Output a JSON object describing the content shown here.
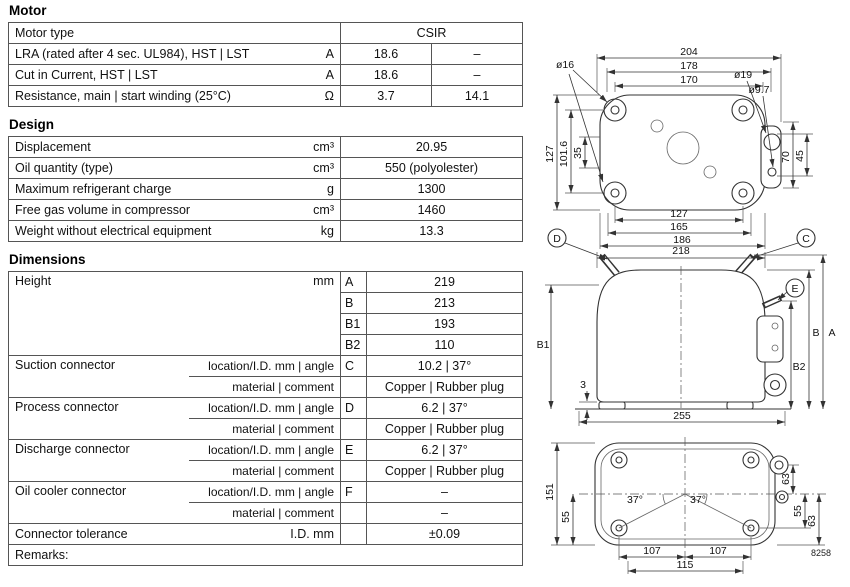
{
  "motor": {
    "title": "Motor",
    "type_row": {
      "label": "Motor type",
      "value": "CSIR"
    },
    "rows": [
      {
        "label": "LRA (rated after 4 sec. UL984), HST | LST",
        "unit": "A",
        "v1": "18.6",
        "v2": "–"
      },
      {
        "label": "Cut in Current, HST | LST",
        "unit": "A",
        "v1": "18.6",
        "v2": "–"
      },
      {
        "label": "Resistance, main | start winding (25°C)",
        "unit": "Ω",
        "v1": "3.7",
        "v2": "14.1"
      }
    ]
  },
  "design": {
    "title": "Design",
    "rows": [
      {
        "label": "Displacement",
        "unit": "cm³",
        "value": "20.95"
      },
      {
        "label": "Oil quantity (type)",
        "unit": "cm³",
        "value": "550 (polyolester)"
      },
      {
        "label": "Maximum refrigerant charge",
        "unit": "g",
        "value": "1300"
      },
      {
        "label": "Free gas volume in compressor",
        "unit": "cm³",
        "value": "1460"
      },
      {
        "label": "Weight without electrical equipment",
        "unit": "kg",
        "value": "13.3"
      }
    ]
  },
  "dimensions": {
    "title": "Dimensions",
    "height_block": {
      "label": "Height",
      "unit": "mm",
      "items": [
        {
          "letter": "A",
          "value": "219"
        },
        {
          "letter": "B",
          "value": "213"
        },
        {
          "letter": "B1",
          "value": "193"
        },
        {
          "letter": "B2",
          "value": "110"
        }
      ]
    },
    "connectors": [
      {
        "label": "Suction connector",
        "sub1": "location/I.D. mm | angle",
        "letter": "C",
        "value1": "10.2 | 37°",
        "sub2": "material | comment",
        "value2": "Copper | Rubber plug"
      },
      {
        "label": "Process connector",
        "sub1": "location/I.D. mm | angle",
        "letter": "D",
        "value1": "6.2 | 37°",
        "sub2": "material | comment",
        "value2": "Copper | Rubber plug"
      },
      {
        "label": "Discharge connector",
        "sub1": "location/I.D. mm | angle",
        "letter": "E",
        "value1": "6.2 | 37°",
        "sub2": "material | comment",
        "value2": "Copper | Rubber plug"
      },
      {
        "label": "Oil cooler connector",
        "sub1": "location/I.D. mm | angle",
        "letter": "F",
        "value1": "–",
        "sub2": "material | comment",
        "value2": "–"
      }
    ],
    "tolerance": {
      "label": "Connector tolerance",
      "sub": "I.D. mm",
      "value": "±0.09"
    },
    "remarks_label": "Remarks:"
  },
  "drawing": {
    "top": {
      "dia16": "ø16",
      "d204": "204",
      "d178": "178",
      "d170": "170",
      "dia19": "ø19",
      "dia97": "ø9.7",
      "d127l": "127",
      "d1016": "101.6",
      "d35": "35",
      "d70": "70",
      "d45": "45",
      "d127b": "127",
      "d165": "165",
      "d186": "186"
    },
    "side": {
      "lD": "D",
      "lC": "C",
      "lE": "E",
      "d218": "218",
      "dB1": "B1",
      "dB": "B",
      "dA": "A",
      "dB2": "B2",
      "d3": "3",
      "d255": "255"
    },
    "bottom": {
      "d151": "151",
      "d55l": "55",
      "a37l": "37°",
      "a37r": "37°",
      "d63a": "63",
      "d55r": "55",
      "d63b": "63",
      "d107l": "107",
      "d107r": "107",
      "d115": "115",
      "code": "8258"
    }
  }
}
